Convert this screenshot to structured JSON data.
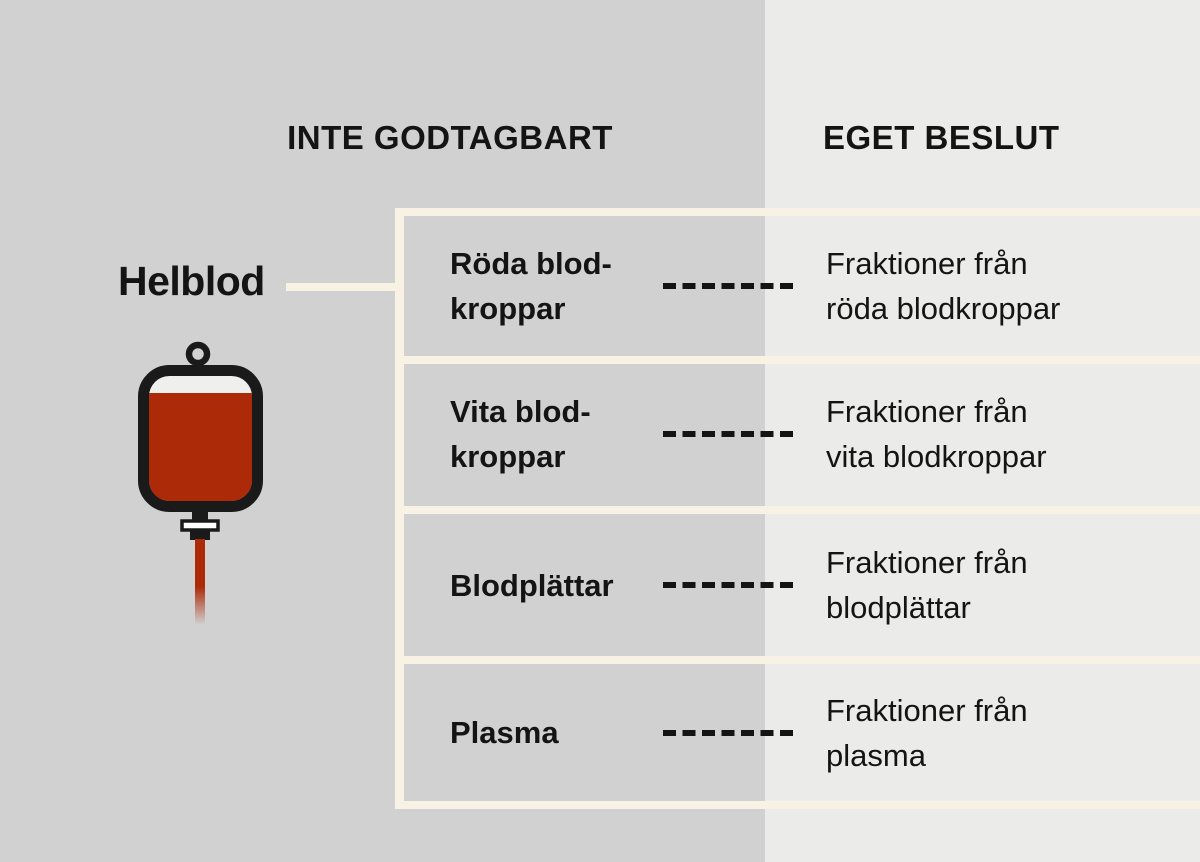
{
  "headers": {
    "left": "INTE GODTAGBART",
    "right": "EGET BESLUT"
  },
  "source": {
    "label": "Helblod",
    "icon": "blood-bag-icon"
  },
  "rows": [
    {
      "component": "Röda blod-\nkroppar",
      "fraction": "Fraktioner från\nröda blodkroppar"
    },
    {
      "component": "Vita blod-\nkroppar",
      "fraction": "Fraktioner från\nvita blodkroppar"
    },
    {
      "component": "Blodplättar",
      "fraction": "Fraktioner från\nblodplättar"
    },
    {
      "component": "Plasma",
      "fraction": "Fraktioner från\nplasma"
    }
  ],
  "colors": {
    "bg_left": "#d1d1d1",
    "bg_right": "#ebebea",
    "line_cream": "#f8f2e4",
    "text": "#141414",
    "outline_black": "#1a1a1a",
    "blood_red": "#ac2a08",
    "bag_interior": "#efefee"
  }
}
